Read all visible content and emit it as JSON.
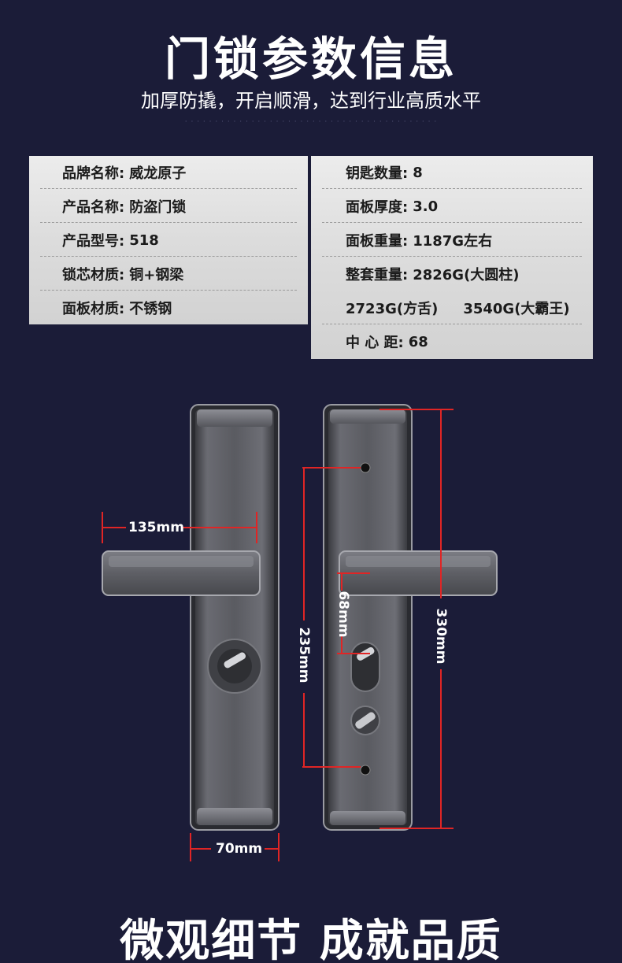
{
  "header": {
    "title": "门锁参数信息",
    "subtitle": "加厚防撬，开启顺滑，达到行业高质水平"
  },
  "specs_left": [
    {
      "label": "品牌名称:",
      "value": "威龙原子"
    },
    {
      "label": "产品名称:",
      "value": "防盗门锁"
    },
    {
      "label": "产品型号:",
      "value": "518"
    },
    {
      "label": "锁芯材质:",
      "value": "铜+钢梁"
    },
    {
      "label": "面板材质:",
      "value": "不锈钢"
    }
  ],
  "specs_right": {
    "key_count_label": "钥匙数量:",
    "key_count_value": "8",
    "thickness_label": "面板厚度:",
    "thickness_value": "3.0",
    "panel_weight_label": "面板重量:",
    "panel_weight_value": "1187G左右",
    "set_weight_label": "整套重量:",
    "set_weight_value_1": "2826G(大圆柱)",
    "set_weight_value_2": "2723G(方舌)",
    "set_weight_value_3": "3540G(大霸王)",
    "center_label": "中 心 距:",
    "center_value": "68"
  },
  "dimensions": {
    "handle_length": "135mm",
    "panel_width": "70mm",
    "hole_distance": "235mm",
    "center_distance": "68mm",
    "panel_height": "330mm"
  },
  "colors": {
    "background": "#1b1c38",
    "dimension_line": "#e02525",
    "panel": "#5c5d63"
  },
  "footer": {
    "title": "微观细节 成就品质"
  }
}
